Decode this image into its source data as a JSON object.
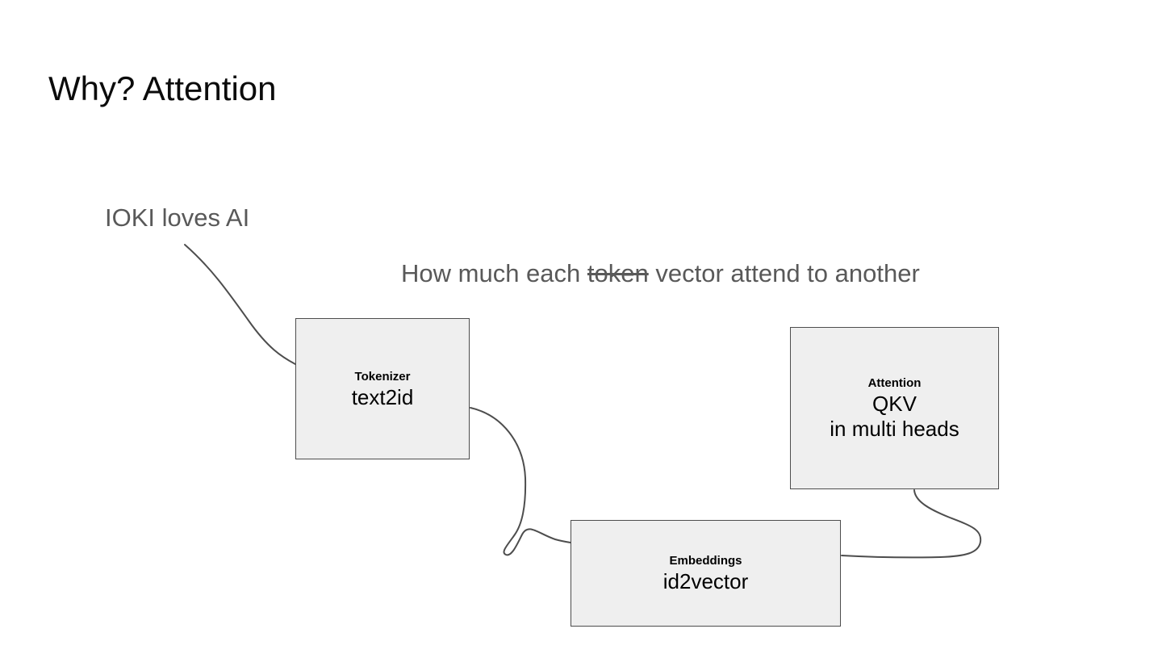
{
  "slide": {
    "title": "Why? Attention",
    "annotation": "IOKI loves AI",
    "subtitle": {
      "prefix": "How much each ",
      "struck": "token",
      "suffix": " vector attend to another"
    },
    "boxes": {
      "tokenizer": {
        "label": "Tokenizer",
        "value": "text2id"
      },
      "embeddings": {
        "label": "Embeddings",
        "value": "id2vector"
      },
      "attention": {
        "label": "Attention",
        "value": "QKV",
        "value2": "in multi heads"
      }
    },
    "colors": {
      "title_text": "#0b0b0b",
      "secondary_text": "#595959",
      "box_fill": "#efefef",
      "box_border": "#4d4d4d",
      "connector": "#4d4d4d",
      "background": "#ffffff"
    }
  }
}
